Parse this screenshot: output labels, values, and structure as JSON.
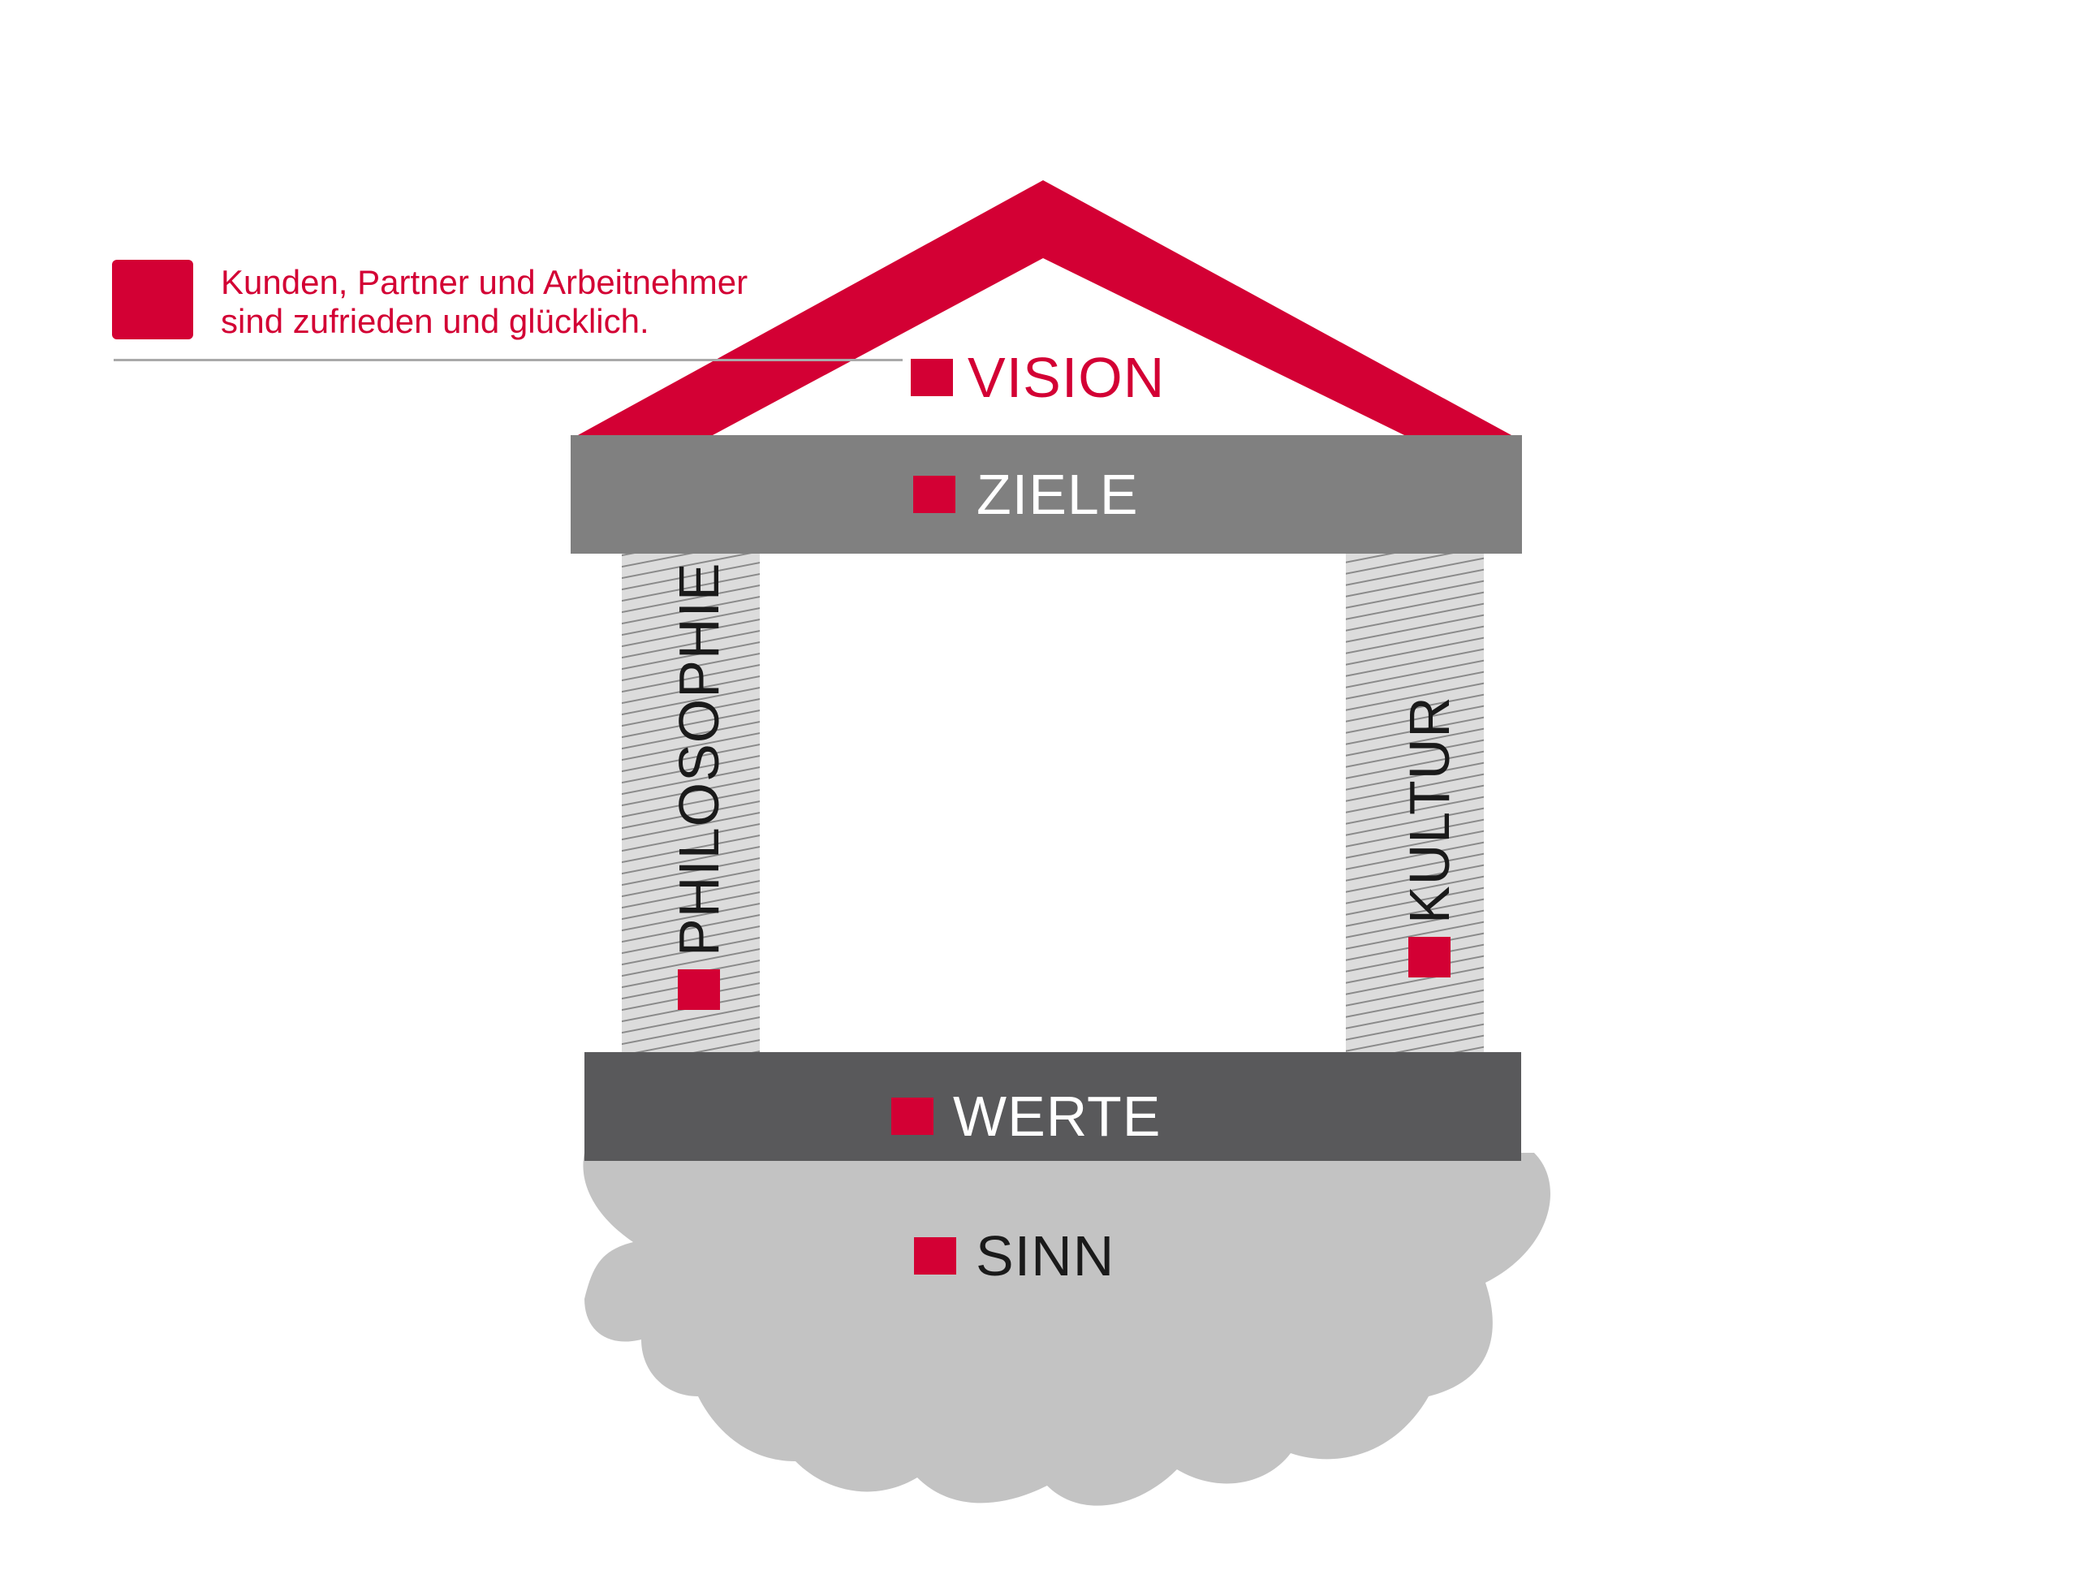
{
  "colors": {
    "accent": "#d30034",
    "roof": "#d30034",
    "beam_top": "#808080",
    "beam_bottom": "#59595b",
    "pillar": "#dcdcdc",
    "pillar_hatch": "#8a8a8a",
    "cloud": "#c3c3c3",
    "text_dark": "#1a1a1a",
    "text_light": "#ffffff",
    "divider": "#a9a9a9"
  },
  "legend": {
    "line1": "Kunden, Partner und Arbeitnehmer",
    "line2": "sind zufrieden und glücklich."
  },
  "house": {
    "vision": "VISION",
    "ziele": "ZIELE",
    "philosophie": "PHILOSOPHIE",
    "kultur": "KULTUR",
    "werte": "WERTE",
    "sinn": "SINN"
  }
}
